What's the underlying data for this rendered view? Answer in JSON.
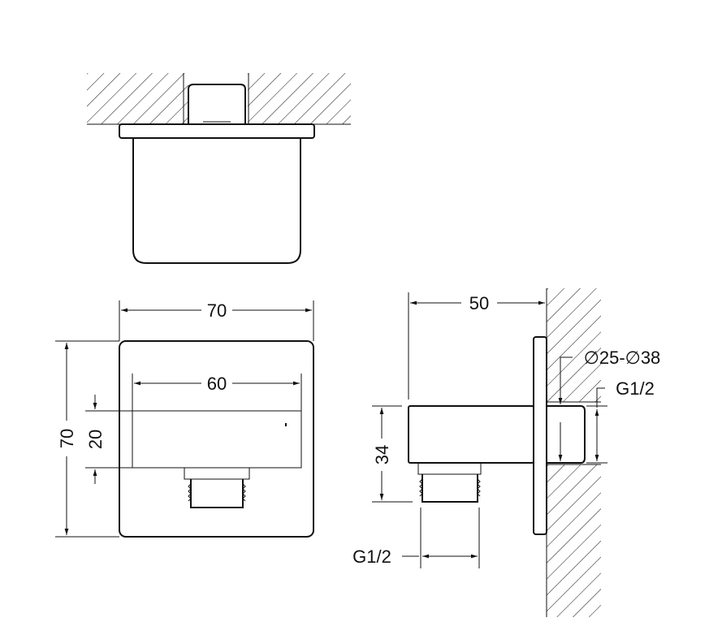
{
  "drawing": {
    "line_color": "#111111",
    "views": [
      "top-view",
      "front-view",
      "side-view"
    ],
    "dimensions": {
      "front_width": "70",
      "front_height": "70",
      "inner_width": "60",
      "inner_height": "20",
      "side_depth": "50",
      "side_height": "34",
      "outlet_thread": "G1/2",
      "wall_pipe_diameter": "∅25-∅38",
      "inlet_thread": "G1/2"
    }
  }
}
